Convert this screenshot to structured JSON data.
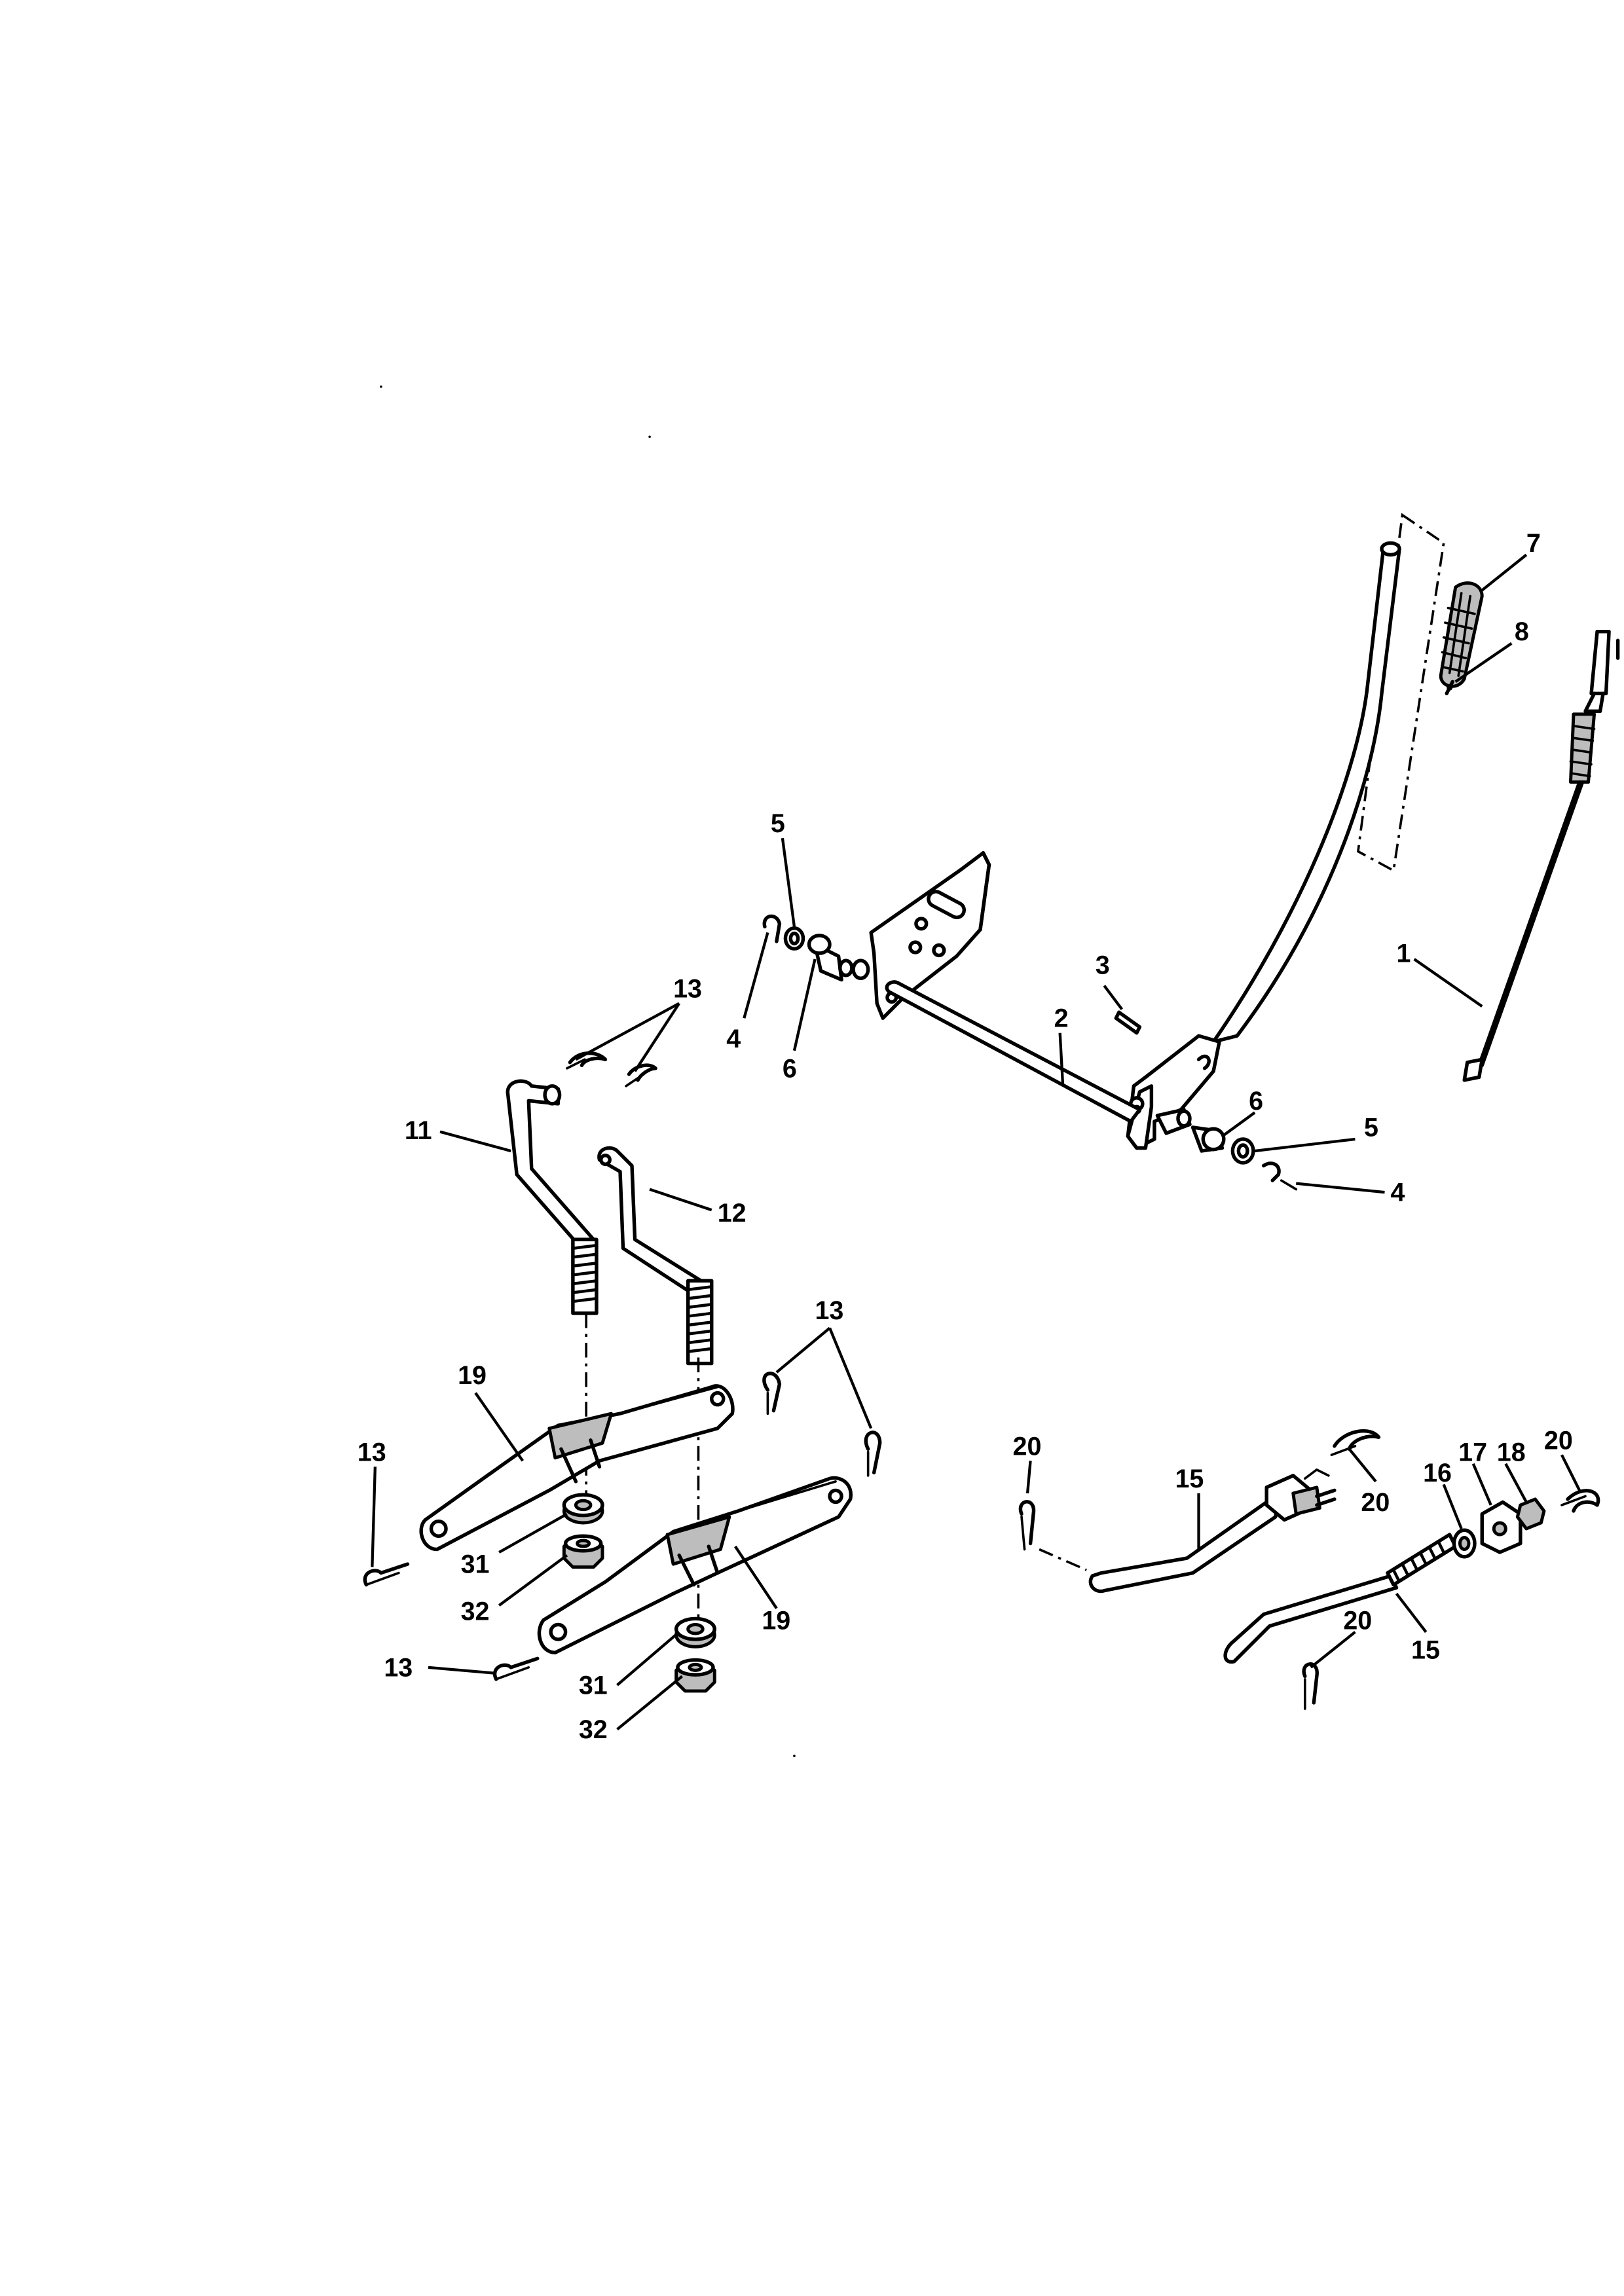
{
  "diagram": {
    "callouts": [
      {
        "id": "c-7",
        "label": "7"
      },
      {
        "id": "c-8",
        "label": "8"
      },
      {
        "id": "c-1",
        "label": "1"
      },
      {
        "id": "c-5a",
        "label": "5"
      },
      {
        "id": "c-4a",
        "label": "4"
      },
      {
        "id": "c-6a",
        "label": "6"
      },
      {
        "id": "c-3",
        "label": "3"
      },
      {
        "id": "c-2",
        "label": "2"
      },
      {
        "id": "c-6b",
        "label": "6"
      },
      {
        "id": "c-5b",
        "label": "5"
      },
      {
        "id": "c-4b",
        "label": "4"
      },
      {
        "id": "c-13a",
        "label": "13"
      },
      {
        "id": "c-11",
        "label": "11"
      },
      {
        "id": "c-12",
        "label": "12"
      },
      {
        "id": "c-13b",
        "label": "13"
      },
      {
        "id": "c-19a",
        "label": "19"
      },
      {
        "id": "c-13c",
        "label": "13"
      },
      {
        "id": "c-31a",
        "label": "31"
      },
      {
        "id": "c-32a",
        "label": "32"
      },
      {
        "id": "c-19b",
        "label": "19"
      },
      {
        "id": "c-13d",
        "label": "13"
      },
      {
        "id": "c-31b",
        "label": "31"
      },
      {
        "id": "c-32b",
        "label": "32"
      },
      {
        "id": "c-20a",
        "label": "20"
      },
      {
        "id": "c-15a",
        "label": "15"
      },
      {
        "id": "c-20b",
        "label": "20"
      },
      {
        "id": "c-16",
        "label": "16"
      },
      {
        "id": "c-17",
        "label": "17"
      },
      {
        "id": "c-18",
        "label": "18"
      },
      {
        "id": "c-20c",
        "label": "20"
      },
      {
        "id": "c-20d",
        "label": "20"
      },
      {
        "id": "c-15b",
        "label": "15"
      }
    ]
  }
}
